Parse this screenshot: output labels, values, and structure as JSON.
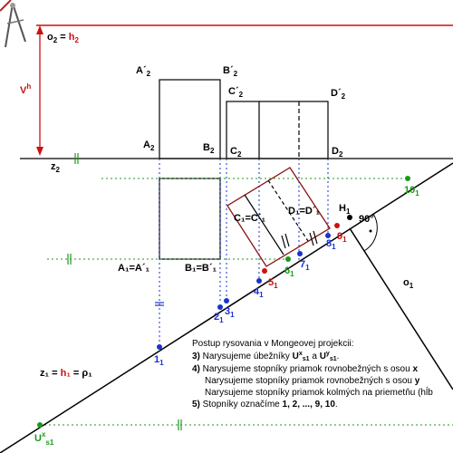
{
  "labels": {
    "o2": "o",
    "o2_sub": "2",
    "eq": " = ",
    "h2": "h",
    "h2_sub": "2",
    "vh": "V",
    "vh_sup": "h",
    "z2": "z",
    "z2_sub": "2",
    "A2": "A",
    "A2_sub": "2",
    "B2": "B",
    "B2_sub": "2",
    "C2": "C",
    "C2_sub": "2",
    "D2": "D",
    "D2_sub": "2",
    "A2p": "A´",
    "A2p_sub": "2",
    "B2p": "B´",
    "B2p_sub": "2",
    "C2p": "C´",
    "C2p_sub": "2",
    "D2p": "D´",
    "D2p_sub": "2",
    "A1": "A₁=A´₁",
    "B1": "B₁=B´₁",
    "C1": "C₁=C´₁",
    "D1": "D₁=D´₁",
    "H1": "H",
    "H1_sub": "1",
    "angle": "90°",
    "o1": "o",
    "o1_sub": "1",
    "z1": "z₁ = ",
    "h1": "h₁",
    "rho": " = ρ₁",
    "ux": "U",
    "ux_sup": "x",
    "ux_sub": "s1",
    "n1": "1",
    "n1_sub": "1",
    "n2": "2",
    "n2_sub": "1",
    "n3": "3",
    "n3_sub": "1",
    "n4": "4",
    "n4_sub": "1",
    "n5": "5",
    "n5_sub": "1",
    "n6": "6",
    "n6_sub": "1",
    "n7": "7",
    "n7_sub": "1",
    "n8": "8",
    "n8_sub": "1",
    "n9": "9",
    "n9_sub": "1",
    "n10": "10",
    "n10_sub": "1"
  },
  "notes": {
    "title": "Postup rysovania v Mongeovej projekcii:",
    "line1_num": "3)",
    "line1": " Narysujeme úbežníky ",
    "line1_u1": "U",
    "line1_u1_sup": "x",
    "line1_u1_sub": "s1",
    "line1_and": " a ",
    "line1_u2": "U",
    "line1_u2_sup": "y",
    "line1_u2_sub": "s1",
    "line1_end": ".",
    "line2_num": "4)",
    "line2": " Narysujeme stopníky priamok rovnobežných  s osou ",
    "line2_axis": "x",
    "line3": "Narysujeme stopníky priamok rovnobežných  s osou ",
    "line3_axis": "y",
    "line4": "Narysujeme stopníky priamok kolmých na priemetňu (hĺb",
    "line5_num": "5)",
    "line5": " Stopníky označíme ",
    "line5_list": "1, 2, ..., 9, 10",
    "line5_end": "."
  },
  "colors": {
    "red": "#cc1111",
    "blue": "#1a33cc",
    "green": "#1a9a1a",
    "dark_red": "#8a1010"
  }
}
